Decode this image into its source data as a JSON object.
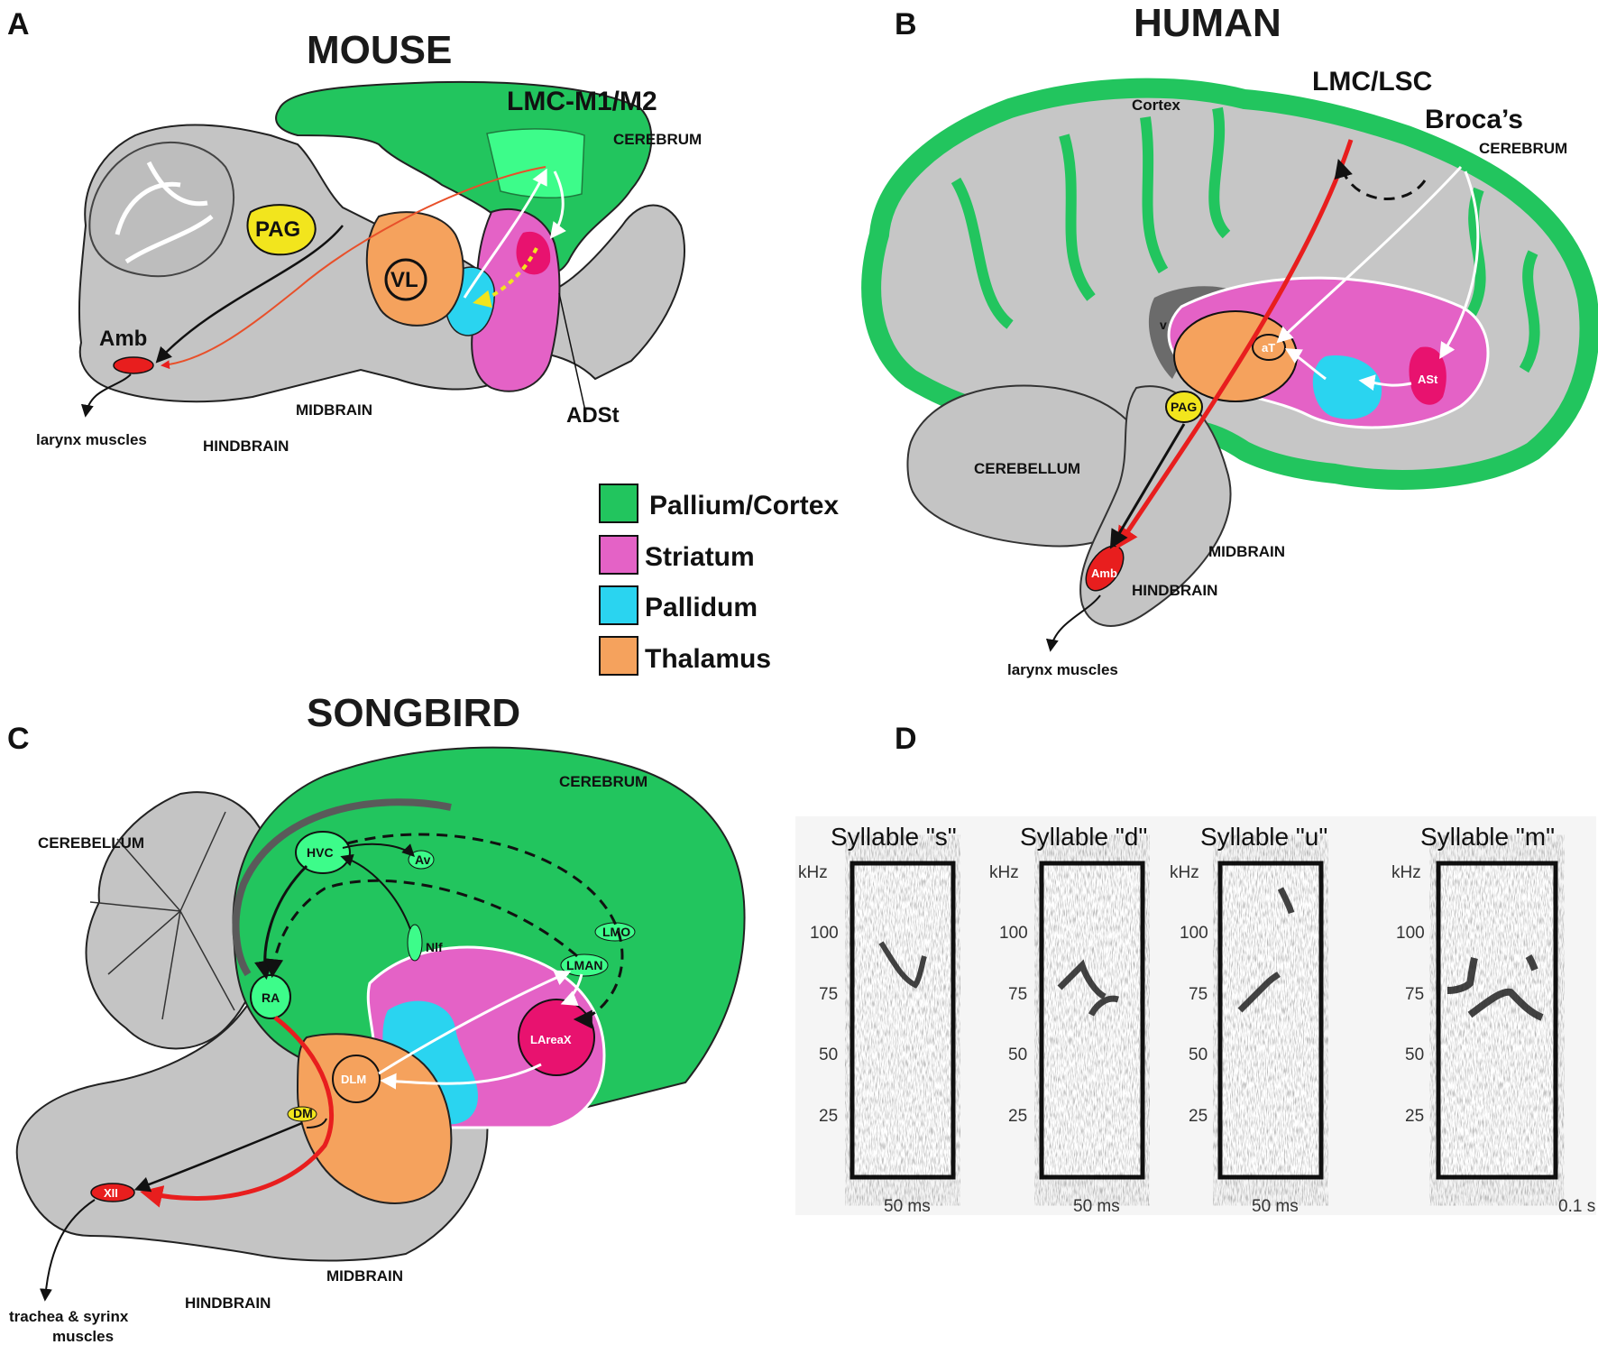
{
  "panels": {
    "a": {
      "letter": "A",
      "title": "MOUSE",
      "labels": {
        "lmc": "LMC-M1/M2",
        "cerebrum": "CEREBRUM",
        "pag": "PAG",
        "vl": "VL",
        "amb": "Amb",
        "adst": "ADSt",
        "midbrain": "MIDBRAIN",
        "hindbrain": "HINDBRAIN",
        "larynx": "larynx muscles"
      }
    },
    "b": {
      "letter": "B",
      "title": "HUMAN",
      "labels": {
        "lmc": "LMC/LSC",
        "broca": "Broca’s",
        "cortex": "Cortex",
        "cerebrum": "CEREBRUM",
        "v": "v",
        "at": "aT",
        "ast": "ASt",
        "pag": "PAG",
        "cerebellum": "CEREBELLUM",
        "midbrain": "MIDBRAIN",
        "hindbrain": "HINDBRAIN",
        "amb": "Amb",
        "larynx": "larynx muscles"
      }
    },
    "c": {
      "letter": "C",
      "title": "SONGBIRD",
      "labels": {
        "cerebrum": "CEREBRUM",
        "cerebellum": "CEREBELLUM",
        "hvc": "HVC",
        "av": "Av",
        "nif": "Nlf",
        "lmo": "LMO",
        "lman": "LMAN",
        "ra": "RA",
        "lareax": "LAreaX",
        "dlm": "DLM",
        "dm": "DM",
        "xii": "XII",
        "midbrain": "MIDBRAIN",
        "hindbrain": "HINDBRAIN",
        "trachea1": "trachea & syrinx",
        "trachea2": "muscles"
      }
    },
    "d": {
      "letter": "D",
      "spectrograms": [
        {
          "title": "Syllable \"s\"",
          "unit": "kHz",
          "ticks": [
            "100",
            "75",
            "50",
            "25"
          ],
          "scale": "50 ms"
        },
        {
          "title": "Syllable \"d\"",
          "unit": "kHz",
          "ticks": [
            "100",
            "75",
            "50",
            "25"
          ],
          "scale": "50 ms"
        },
        {
          "title": "Syllable \"u\"",
          "unit": "kHz",
          "ticks": [
            "100",
            "75",
            "50",
            "25"
          ],
          "scale": "50 ms"
        },
        {
          "title": "Syllable \"m\"",
          "unit": "kHz",
          "ticks": [
            "100",
            "75",
            "50",
            "25"
          ],
          "scale": "0.1 s"
        }
      ]
    }
  },
  "legend": [
    {
      "label": "Pallium/Cortex",
      "color": "#22c55e"
    },
    {
      "label": "Striatum",
      "color": "#e462c6"
    },
    {
      "label": "Pallidum",
      "color": "#2ad4f0"
    },
    {
      "label": "Thalamus",
      "color": "#f5a25d"
    }
  ],
  "colors": {
    "pallium": "#22c55e",
    "striatum": "#e462c6",
    "pallidum": "#2ad4f0",
    "thalamus": "#f5a25d",
    "brainstem": "#c4c4c4",
    "lmc": "#3dfc8a",
    "lareax": "#e8126f",
    "pag": "#f2e51d",
    "nucleus_red": "#e81e1e"
  }
}
